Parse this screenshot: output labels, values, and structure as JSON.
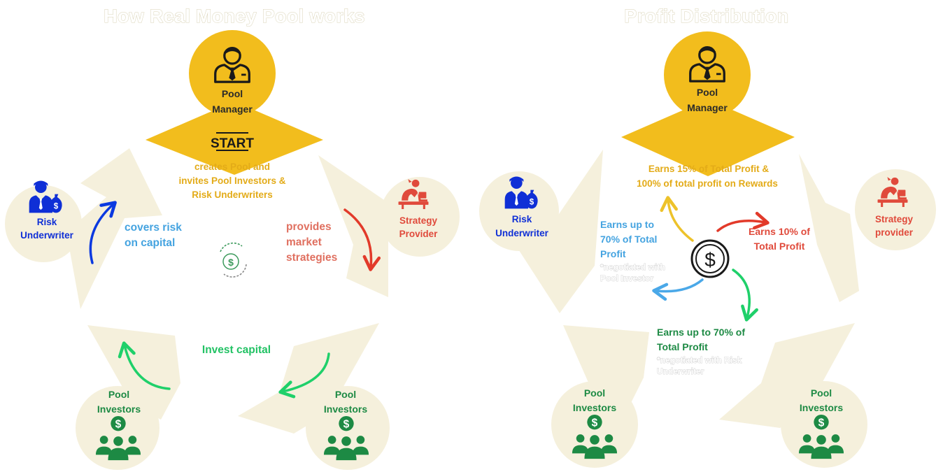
{
  "left_panel": {
    "title": "How Real Money Pool works",
    "manager": {
      "line1": "Pool",
      "line2": "Manager",
      "icon": "manager-icon"
    },
    "start_badge": "START",
    "creates_text": [
      "creates Pool and",
      "invites Pool Investors &",
      "Risk Underwriters"
    ],
    "risk_underwriter": {
      "line1": "Risk",
      "line2": "Underwriter",
      "icon": "underwriter-icon"
    },
    "strategy_provider": {
      "line1": "Strategy",
      "line2": "Provider",
      "icon": "strategy-icon"
    },
    "investors_left": {
      "line1": "Pool",
      "line2": "Investors",
      "icon": "investors-icon"
    },
    "investors_right": {
      "line1": "Pool",
      "line2": "Investors",
      "icon": "investors-icon"
    },
    "covers_text": [
      "covers risk",
      "on capital"
    ],
    "provides_text": [
      "provides",
      "market",
      "strategies"
    ],
    "invest_text": "Invest capital",
    "center_icon": "cycle-dollar-icon"
  },
  "right_panel": {
    "title": "Profit Distribution",
    "manager": {
      "line1": "Pool",
      "line2": "Manager",
      "icon": "manager-icon"
    },
    "manager_earn": [
      "Earns 15% of Total Profit &",
      "100% of total profit  on Rewards"
    ],
    "risk_underwriter": {
      "line1": "Risk",
      "line2": "Underwriter",
      "icon": "underwriter-icon"
    },
    "strategy_provider": {
      "line1": "Strategy",
      "line2": "provider",
      "icon": "strategy-icon"
    },
    "investors_left": {
      "line1": "Pool",
      "line2": "Investors",
      "icon": "investors-icon"
    },
    "investors_right": {
      "line1": "Pool",
      "line2": "Investors",
      "icon": "investors-icon"
    },
    "underwriter_earn": [
      "Earns up to",
      "70% of Total",
      "Profit"
    ],
    "underwriter_note": [
      "*negotiated with",
      "Pool Investor"
    ],
    "strategy_earn": [
      "Earns 10% of",
      "Total Profit"
    ],
    "investor_earn": [
      "Earns up to 70% of",
      "Total Profit"
    ],
    "investor_note": [
      "*negotiated with Risk",
      "Underwriter"
    ],
    "center_icon": "dollar-coin-icon"
  },
  "colors": {
    "manager_gold": "#f2bd1d",
    "manager_text": "#2a2a2a",
    "creates_gold": "#e3ab18",
    "beige": "#f5f0dc",
    "underwriter_blue": "#0f2fd6",
    "covers_blue": "#44a3e0",
    "strategy_red": "#e04a3b",
    "provides_red": "#e07060",
    "investor_green": "#1d8a44",
    "invest_green": "#22c264",
    "arrow_blue": "#0a39e0",
    "arrow_red": "#e23a2a",
    "arrow_green": "#1fd06a",
    "arrow_gold": "#edc22a",
    "arrow_skyblue": "#4aa8e8"
  }
}
